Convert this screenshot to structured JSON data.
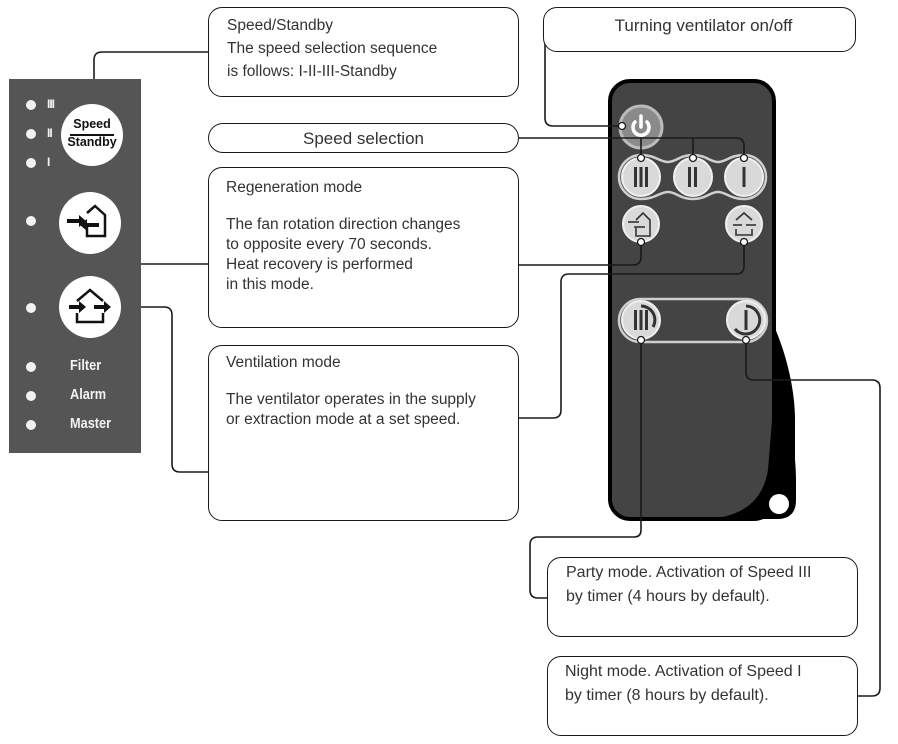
{
  "panel": {
    "speed_labels": [
      "III",
      "II",
      "I"
    ],
    "speed_standby_button": {
      "line1": "Speed",
      "line2": "Standby"
    },
    "status_labels": [
      "Filter",
      "Alarm",
      "Master"
    ]
  },
  "callouts": {
    "speed_standby": {
      "title": "Speed/Standby",
      "body": [
        "The speed selection sequence",
        "is follows: I-II-III-Standby"
      ]
    },
    "speed_selection": {
      "title": "Speed selection"
    },
    "regeneration": {
      "title": "Regeneration mode",
      "body": [
        "The fan rotation direction changes",
        "to opposite every 70 seconds.",
        "Heat recovery is performed",
        "in this mode."
      ]
    },
    "ventilation": {
      "title": "Ventilation mode",
      "body": [
        "The ventilator operates in the supply",
        "or extraction mode at a set speed."
      ]
    },
    "on_off": {
      "title": "Turning ventilator on/off"
    },
    "party": {
      "body": [
        "Party mode. Activation of Speed III",
        "by timer (4 hours by default)."
      ]
    },
    "night": {
      "body": [
        "Night mode. Activation of Speed I",
        "by timer (8 hours by default)."
      ]
    }
  },
  "remote": {
    "speed_buttons": [
      "III",
      "II",
      "I"
    ],
    "timer_buttons": [
      "III",
      "I"
    ],
    "icons": [
      "power-icon",
      "regeneration-icon",
      "ventilation-icon",
      "party-timer-icon",
      "night-timer-icon"
    ]
  },
  "colors": {
    "panel_bg": "#555555",
    "remote_body": "#444444",
    "remote_outline": "#000000",
    "button_face": "#d9d9d9",
    "power_button": "#8a8a8a",
    "line": "#1a1a1a"
  }
}
